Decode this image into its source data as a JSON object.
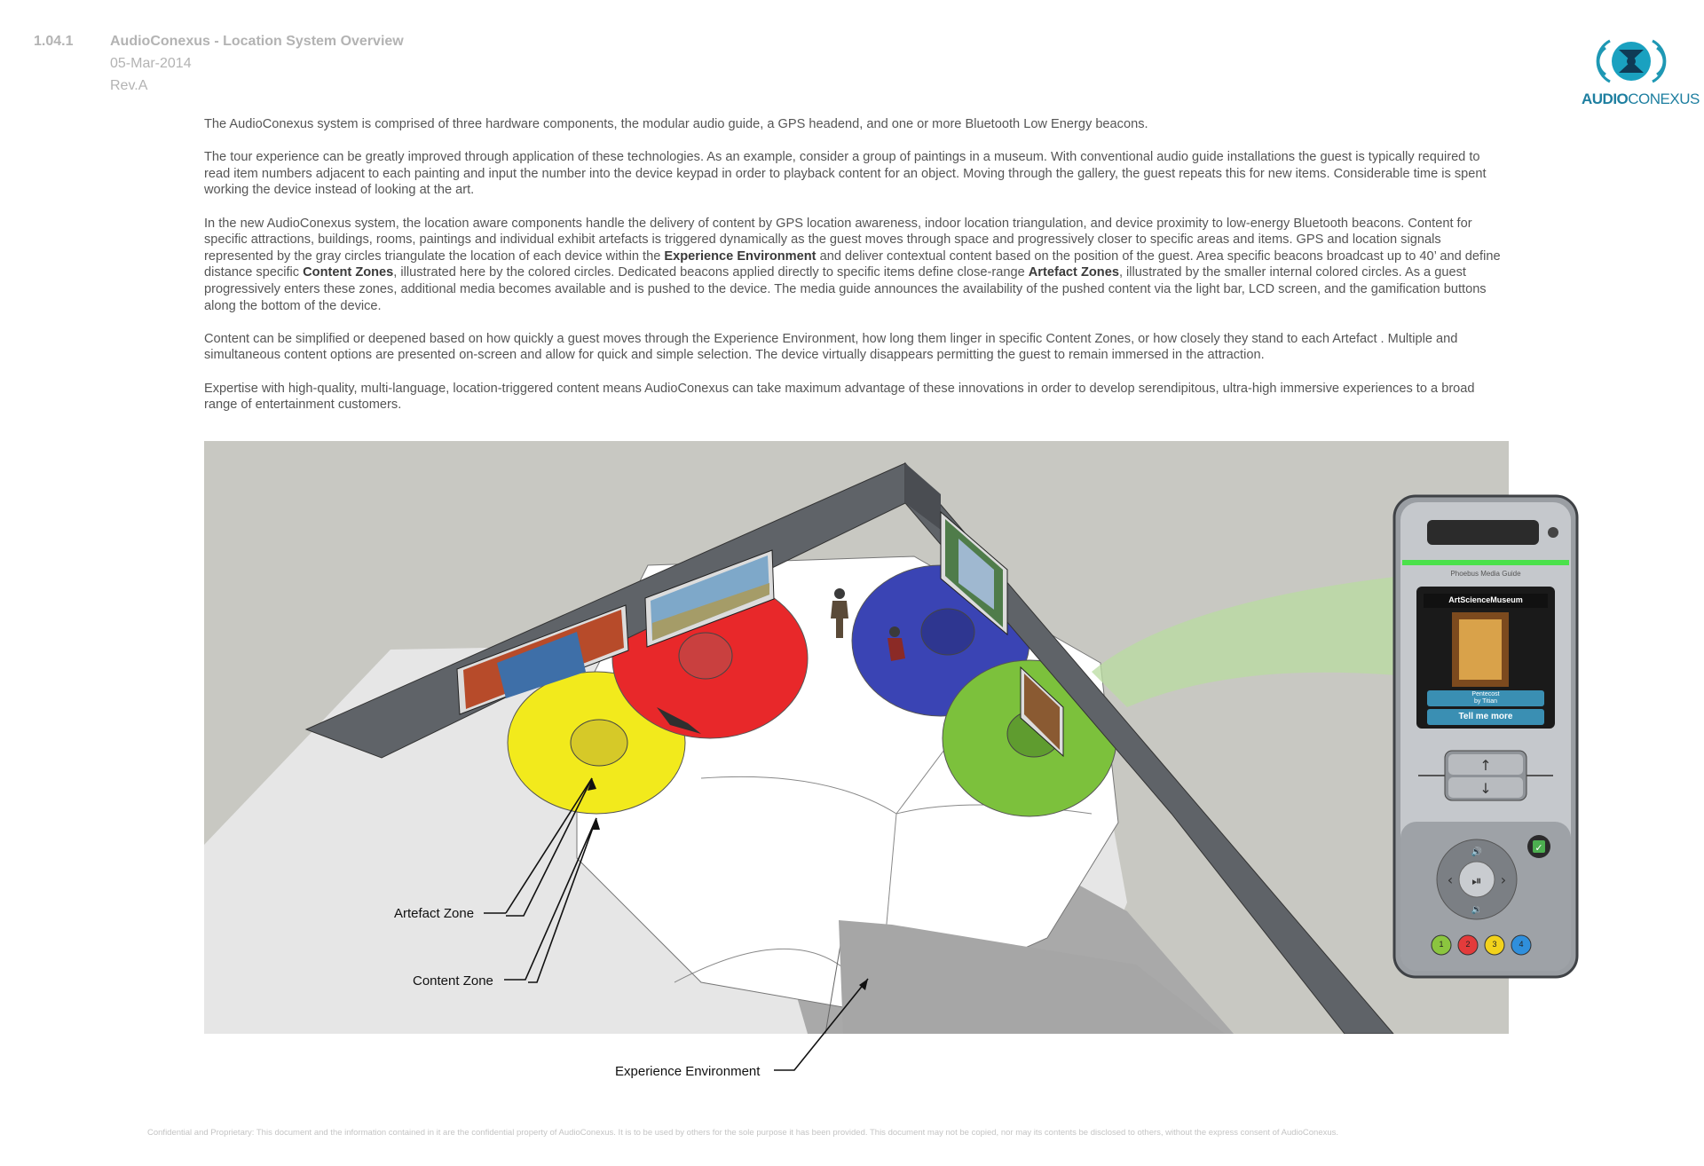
{
  "header": {
    "section_number": "1.04.1",
    "title": "AudioConexus - Location System Overview",
    "date": "05-Mar-2014",
    "revision": "Rev.A"
  },
  "logo": {
    "text_bold": "AUDIO",
    "text_light": "CONEXUS",
    "icon": "audioconexus-logo-icon"
  },
  "body": {
    "p1": "The AudioConexus system is comprised of three hardware components, the modular audio guide, a GPS headend, and one or more Bluetooth Low Energy beacons.",
    "p2": "The tour experience can be greatly improved through application of these technologies.  As an example, consider a group of paintings in a museum.  With conventional audio guide installations the guest is typically required to read item numbers adjacent to each painting and input the number into the device keypad in order to playback content for an object.  Moving through the gallery, the guest repeats this for new items.  Considerable time is spent working the device instead of looking at the art.",
    "p3_a": "In the new AudioConexus system, the location aware components handle the delivery of content by GPS location awareness, indoor location triangulation, and device proximity to low-energy Bluetooth beacons.  Content for specific attractions, buildings, rooms, paintings and individual exhibit artefacts is triggered dynamically as the guest moves through space and progressively closer to specific areas and items.  GPS and location signals represented by the gray circles triangulate the location of each device within the ",
    "p3_b1": "Experience Environment",
    "p3_c": " and deliver contextual content based on the position of the guest.  Area specific beacons broadcast up to 40’ and define distance specific ",
    "p3_b2": "Content Zones",
    "p3_d": ", illustrated here by the colored circles.  Dedicated beacons applied directly to specific items define close-range ",
    "p3_b3": "Artefact Zones",
    "p3_e": ", illustrated by the smaller internal colored circles.  As a guest progressively enters these zones, additional media becomes available and is pushed to the device.  The media guide announces the availability of the pushed content via the light bar, LCD screen, and the gamification buttons along the bottom of the device.",
    "p4": "Content can be simplified or deepened based on how quickly a guest moves through the Experience Environment, how long them linger in specific Content Zones, or how closely they stand to each Artefact .  Multiple and simultaneous content options are presented on-screen and allow for quick and simple selection.  The device virtually disappears permitting the guest to remain immersed in the attraction.",
    "p5": "Expertise with high-quality, multi-language, location-triggered content means AudioConexus can take maximum advantage of these innovations in order to develop serendipitous, ultra-high immersive experiences to a broad range of entertainment customers."
  },
  "figure": {
    "callouts": {
      "artefact": "Artefact Zone",
      "content": "Content Zone",
      "environment": "Experience Environment"
    },
    "zone_colors": {
      "yellow": "#f2ea1c",
      "red": "#e8282a",
      "blue": "#3a44b4",
      "green": "#7cc13c",
      "wall": "#5f6368",
      "floor": "#ffffff",
      "backdrop": "#c8c8c2"
    }
  },
  "device": {
    "brand_label": "Phoebus Media Guide",
    "screen_header": "ArtScienceMuseum",
    "artwork_caption_line1": "Pentecost",
    "artwork_caption_line2": "by Titian",
    "tell_me_more": "Tell me more",
    "numbered_buttons": [
      "1",
      "2",
      "3",
      "4"
    ],
    "button_colors": [
      "#8bc53f",
      "#e33b3b",
      "#f2d21c",
      "#2f8fdc"
    ]
  },
  "footer": {
    "text": "Confidential and Proprietary:  This document and the information contained in it are the confidential property of AudioConexus.  It is to be used by others for the sole purpose it has been provided. This document may not be copied, nor may its contents be disclosed to others, without the express consent of AudioConexus."
  }
}
